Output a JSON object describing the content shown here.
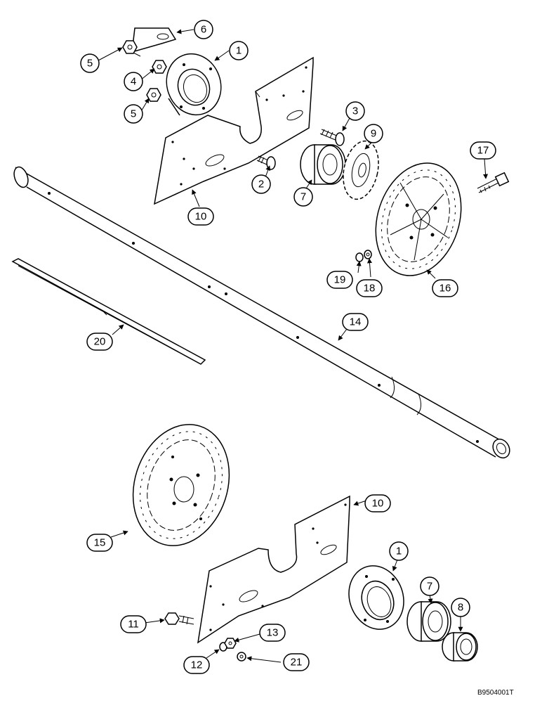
{
  "callouts": [
    {
      "id": "c1a",
      "label": "1"
    },
    {
      "id": "c1b",
      "label": "1"
    },
    {
      "id": "c2",
      "label": "2"
    },
    {
      "id": "c3",
      "label": "3"
    },
    {
      "id": "c4",
      "label": "4"
    },
    {
      "id": "c5a",
      "label": "5"
    },
    {
      "id": "c5b",
      "label": "5"
    },
    {
      "id": "c6",
      "label": "6"
    },
    {
      "id": "c7a",
      "label": "7"
    },
    {
      "id": "c7b",
      "label": "7"
    },
    {
      "id": "c8",
      "label": "8"
    },
    {
      "id": "c9",
      "label": "9"
    },
    {
      "id": "c10a",
      "label": "10"
    },
    {
      "id": "c10b",
      "label": "10"
    },
    {
      "id": "c11",
      "label": "11"
    },
    {
      "id": "c12",
      "label": "12"
    },
    {
      "id": "c13",
      "label": "13"
    },
    {
      "id": "c14",
      "label": "14"
    },
    {
      "id": "c15",
      "label": "15"
    },
    {
      "id": "c16",
      "label": "16"
    },
    {
      "id": "c17",
      "label": "17"
    },
    {
      "id": "c18",
      "label": "18"
    },
    {
      "id": "c19",
      "label": "19"
    },
    {
      "id": "c20",
      "label": "20"
    },
    {
      "id": "c21",
      "label": "21"
    }
  ],
  "figure_code": "B9504001T"
}
